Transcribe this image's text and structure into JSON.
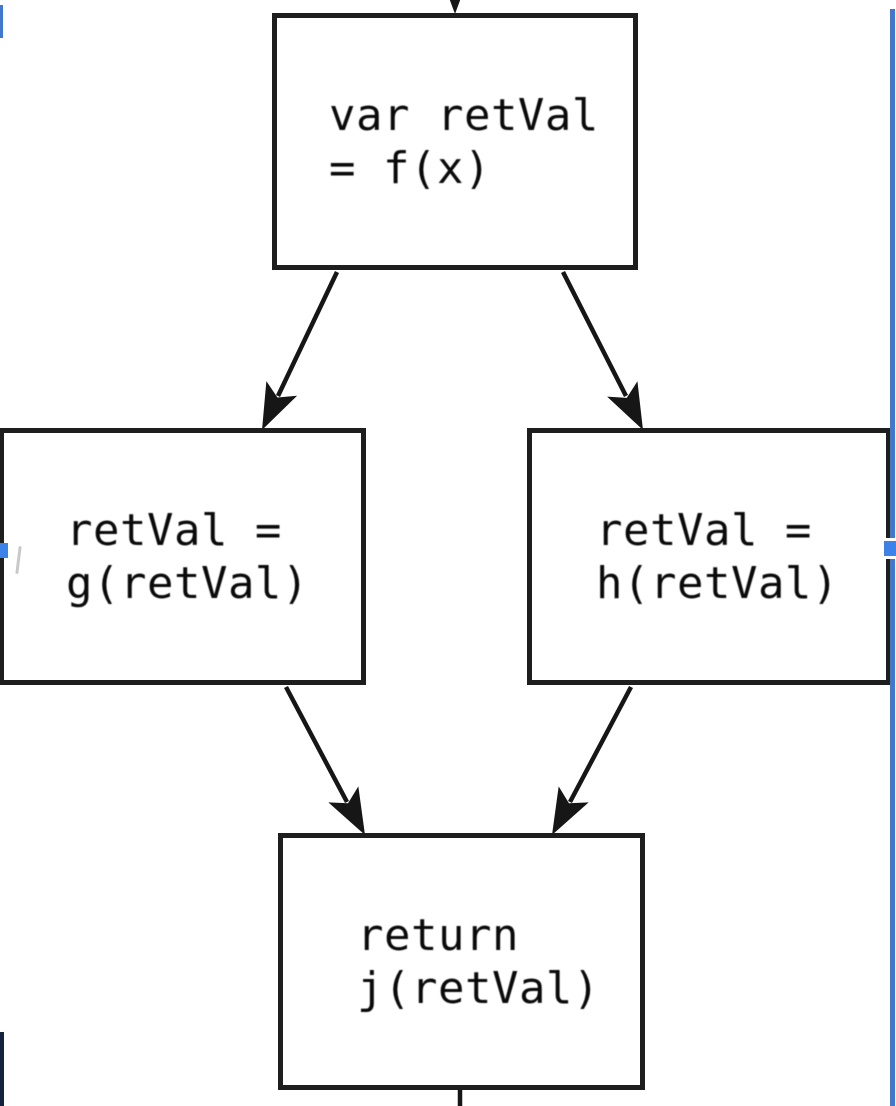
{
  "diagram": {
    "type": "flowchart",
    "nodes": [
      {
        "id": "start",
        "label": "var retVal\n= f(x)"
      },
      {
        "id": "g-branch",
        "label": "retVal =\ng(retVal)"
      },
      {
        "id": "h-branch",
        "label": "retVal =\nh(retVal)"
      },
      {
        "id": "return",
        "label": "return\nj(retVal)"
      }
    ],
    "edges": [
      {
        "from": "offscreen-top",
        "to": "start"
      },
      {
        "from": "start",
        "to": "g-branch"
      },
      {
        "from": "start",
        "to": "h-branch"
      },
      {
        "from": "g-branch",
        "to": "return"
      },
      {
        "from": "h-branch",
        "to": "return"
      },
      {
        "from": "return",
        "to": "offscreen-bottom"
      }
    ],
    "colors": {
      "node_border": "#1e1e1e",
      "node_fill": "#ffffff",
      "edge_stroke": "#161616",
      "text": "#0a0a0a",
      "background": "#ffffff"
    }
  },
  "selection": {
    "accent_color": "#4377cc",
    "handle_color": "#3c82e8",
    "bottom_left_bar_color": "#15223d",
    "stray_mark_color": "#c9c9c9"
  }
}
